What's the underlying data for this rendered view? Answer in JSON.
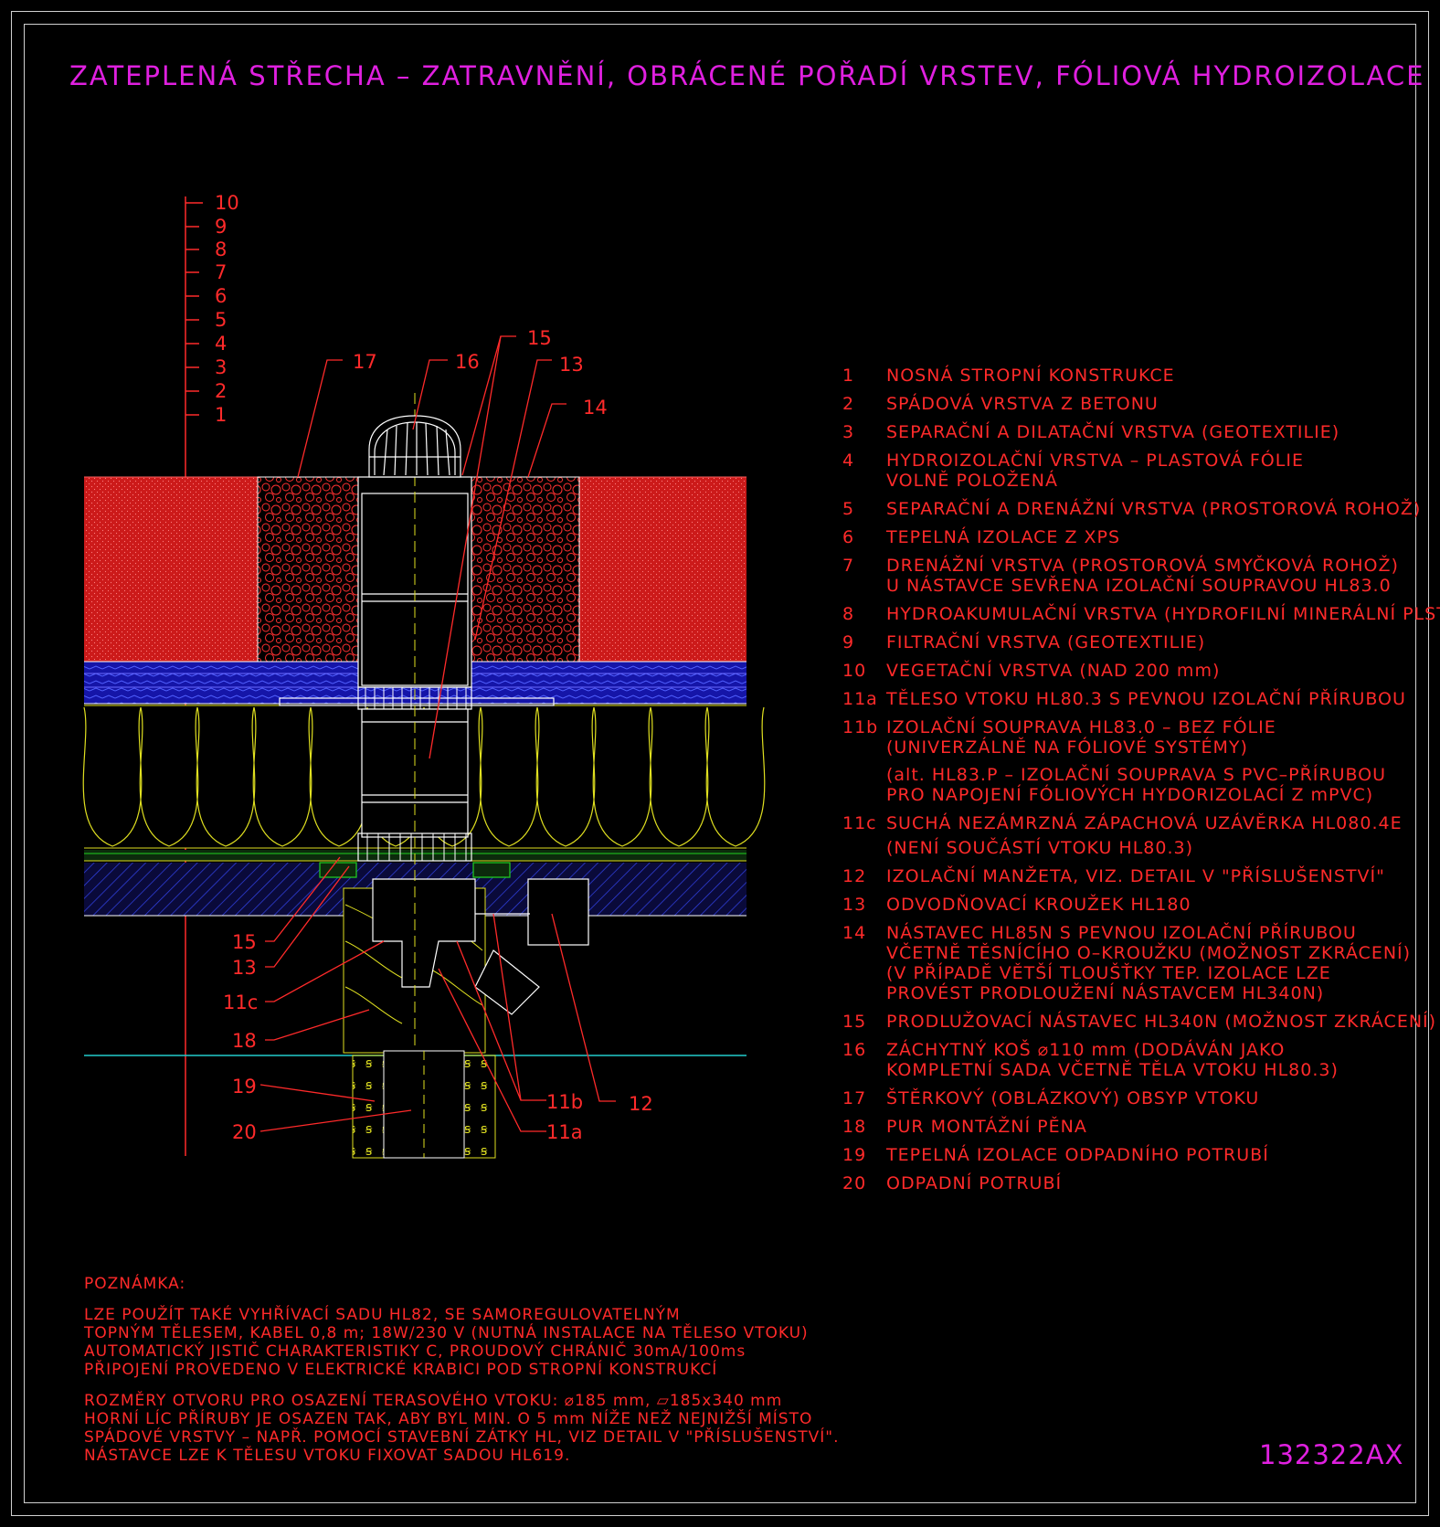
{
  "title": "ZATEPLENÁ STŘECHA – ZATRAVNĚNÍ, OBRÁCENÉ POŘADÍ VRSTEV, FÓLIOVÁ HYDROIZOLACE",
  "drawing_code": "132322AX",
  "colors": {
    "title": "#e020e0",
    "labels": "#ff2a2a",
    "gravel": "#cc1a1a",
    "drainage": "#2020c8",
    "insulation": "#e0e020",
    "outline": "#ffffff",
    "cyan": "#22cccc",
    "green": "#20d020"
  },
  "layer_scale": [
    "10",
    "9",
    "8",
    "7",
    "6",
    "5",
    "4",
    "3",
    "2",
    "1"
  ],
  "callouts": {
    "c15_top": "15",
    "c17": "17",
    "c16": "16",
    "c13_top": "13",
    "c14": "14",
    "c15_bot": "15",
    "c13_bot": "13",
    "c11c": "11c",
    "c18": "18",
    "c19": "19",
    "c20": "20",
    "c11b": "11b",
    "c12": "12",
    "c11a": "11a"
  },
  "legend": [
    {
      "num": "1",
      "lines": [
        "NOSNÁ STROPNÍ KONSTRUKCE"
      ]
    },
    {
      "num": "2",
      "lines": [
        "SPÁDOVÁ VRSTVA Z BETONU"
      ]
    },
    {
      "num": "3",
      "lines": [
        "SEPARAČNÍ A DILATAČNÍ VRSTVA (GEOTEXTILIE)"
      ]
    },
    {
      "num": "4",
      "lines": [
        "HYDROIZOLAČNÍ VRSTVA – PLASTOVÁ FÓLIE",
        "VOLNĚ POLOŽENÁ"
      ]
    },
    {
      "num": "5",
      "lines": [
        "SEPARAČNÍ A DRENÁŽNÍ VRSTVA (PROSTOROVÁ ROHOŽ)"
      ]
    },
    {
      "num": "6",
      "lines": [
        "TEPELNÁ IZOLACE Z XPS"
      ]
    },
    {
      "num": "7",
      "lines": [
        "DRENÁŽNÍ VRSTVA (PROSTOROVÁ SMYČKOVÁ ROHOŽ)",
        "U NÁSTAVCE SEVŘENA IZOLAČNÍ SOUPRAVOU HL83.0"
      ]
    },
    {
      "num": "8",
      "lines": [
        "HYDROAKUMULAČNÍ VRSTVA (HYDROFILNÍ MINERÁLNÍ PLST)"
      ]
    },
    {
      "num": "9",
      "lines": [
        "FILTRAČNÍ VRSTVA (GEOTEXTILIE)"
      ]
    },
    {
      "num": "10",
      "lines": [
        "VEGETAČNÍ VRSTVA (NAD 200 mm)"
      ]
    },
    {
      "num": "11a",
      "lines": [
        "TĚLESO VTOKU HL80.3 S PEVNOU IZOLAČNÍ PŘÍRUBOU"
      ]
    },
    {
      "num": "11b",
      "lines": [
        "IZOLAČNÍ SOUPRAVA HL83.0 – BEZ FÓLIE",
        "(UNIVERZÁLNĚ NA FÓLIOVÉ SYSTÉMY)",
        "(alt. HL83.P – IZOLAČNÍ SOUPRAVA S PVC–PŘÍRUBOU",
        "PRO NAPOJENÍ FÓLIOVÝCH HYDORIZOLACÍ Z mPVC)"
      ]
    },
    {
      "num": "11c",
      "lines": [
        "SUCHÁ NEZÁMRZNÁ ZÁPACHOVÁ UZÁVĚRKA HL080.4E",
        "(NENÍ SOUČÁSTÍ VTOKU HL80.3)"
      ]
    },
    {
      "num": "12",
      "lines": [
        "IZOLAČNÍ MANŽETA, VIZ. DETAIL V \"PŘÍSLUŠENSTVÍ\""
      ]
    },
    {
      "num": "13",
      "lines": [
        "ODVODŇOVACÍ KROUŽEK HL180"
      ]
    },
    {
      "num": "14",
      "lines": [
        "NÁSTAVEC HL85N S PEVNOU IZOLAČNÍ PŘÍRUBOU",
        "VČETNĚ TĚSNÍCÍHO O–KROUŽKU (MOŽNOST ZKRÁCENÍ)",
        "(V PŘÍPADĚ VĚTŠÍ TLOUŠŤKY TEP. IZOLACE LZE",
        "PROVÉST PRODLOUŽENÍ NÁSTAVCEM HL340N)"
      ]
    },
    {
      "num": "15",
      "lines": [
        "PRODLUŽOVACÍ NÁSTAVEC HL340N (MOŽNOST ZKRÁCENÍ)"
      ]
    },
    {
      "num": "16",
      "lines": [
        "ZÁCHYTNÝ KOŠ ⌀110 mm (DODÁVÁN JAKO",
        "KOMPLETNÍ SADA VČETNĚ TĚLA VTOKU HL80.3)"
      ]
    },
    {
      "num": "17",
      "lines": [
        "ŠTĚRKOVÝ (OBLÁZKOVÝ) OBSYP VTOKU"
      ]
    },
    {
      "num": "18",
      "lines": [
        "PUR MONTÁŽNÍ PĚNA"
      ]
    },
    {
      "num": "19",
      "lines": [
        "TEPELNÁ IZOLACE ODPADNÍHO POTRUBÍ"
      ]
    },
    {
      "num": "20",
      "lines": [
        "ODPADNÍ POTRUBÍ"
      ]
    }
  ],
  "note": {
    "heading": "POZNÁMKA:",
    "para1": [
      "LZE POUŽÍT TAKÉ VYHŘÍVACÍ SADU HL82, SE SAMOREGULOVATELNÝM",
      "TOPNÝM TĚLESEM, KABEL 0,8 m; 18W/230 V (NUTNÁ INSTALACE NA TĚLESO VTOKU)",
      "AUTOMATICKÝ JISTIČ CHARAKTERISTIKY C, PROUDOVÝ CHRÁNIČ 30mA/100ms",
      "PŘIPOJENÍ PROVEDENO V ELEKTRICKÉ KRABICI POD STROPNÍ KONSTRUKCÍ"
    ],
    "para2": [
      "ROZMĚRY OTVORU PRO OSAZENÍ TERASOVÉHO VTOKU: ⌀185 mm, ▱185x340 mm",
      "HORNÍ LÍC PŘÍRUBY JE OSAZEN TAK, ABY BYL MIN. O 5 mm NÍŽE NEŽ NEJNIŽŠÍ MÍSTO",
      "SPÁDOVÉ VRSTVY – NAPŘ. POMOCÍ STAVEBNÍ ZÁTKY HL, VIZ DETAIL V \"PŘÍSLUŠENSTVÍ\".",
      "NÁSTAVCE LZE K TĚLESU VTOKU FIXOVAT SADOU HL619."
    ]
  }
}
